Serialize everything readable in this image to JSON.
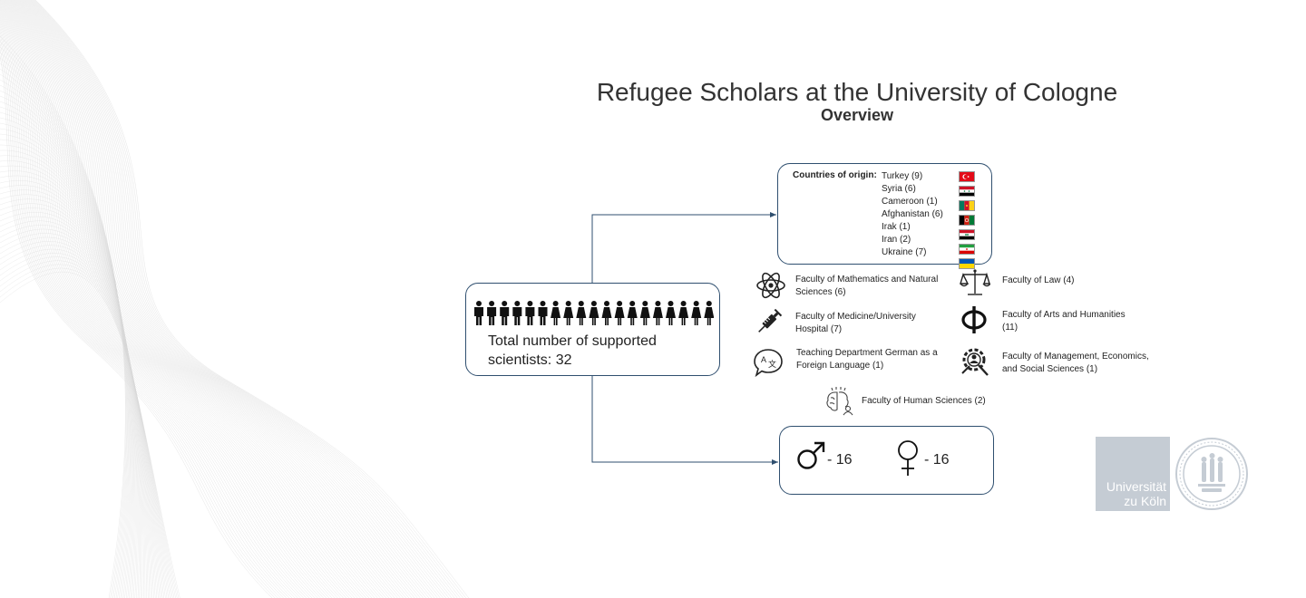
{
  "title": "Refugee Scholars at the University of Cologne",
  "subtitle": "Overview",
  "total": {
    "text": "Total number of supported scientists: 32",
    "count": 32
  },
  "countries": {
    "label": "Countries of origin:",
    "items": [
      {
        "text": "Turkey (9)",
        "flag": "turkey-flag"
      },
      {
        "text": "Syria (6)",
        "flag": "syria-flag"
      },
      {
        "text": "Cameroon (1)",
        "flag": "cameroon-flag"
      },
      {
        "text": "Afghanistan (6)",
        "flag": "afghanistan-flag"
      },
      {
        "text": "Irak (1)",
        "flag": "iraq-flag"
      },
      {
        "text": "Iran (2)",
        "flag": "iran-flag"
      },
      {
        "text": "Ukraine (7)",
        "flag": "ukraine-flag"
      }
    ]
  },
  "faculties": [
    {
      "text": "Faculty of Mathematics and Natural Sciences (6)",
      "icon": "atom-icon"
    },
    {
      "text": "Faculty of Law (4)",
      "icon": "scales-icon"
    },
    {
      "text": "Faculty of Medicine/University Hospital (7)",
      "icon": "syringe-icon"
    },
    {
      "text": "Faculty of Arts and Humanities (11)",
      "icon": "phi-icon"
    },
    {
      "text": "Teaching Department German as a Foreign Language (1)",
      "icon": "translation-speech-icon"
    },
    {
      "text": "Faculty of Management, Economics, and Social Sciences (1)",
      "icon": "management-gear-icon"
    },
    {
      "text": "Faculty of Human Sciences (2)",
      "icon": "human-brain-icon"
    }
  ],
  "gender": {
    "male": "- 16",
    "female": "- 16"
  },
  "logo": {
    "line1": "Universität",
    "line2": "zu Köln"
  },
  "colors": {
    "connector": "#2f4f6f",
    "logo_bg": "#c5ccd4",
    "text": "#222222"
  }
}
